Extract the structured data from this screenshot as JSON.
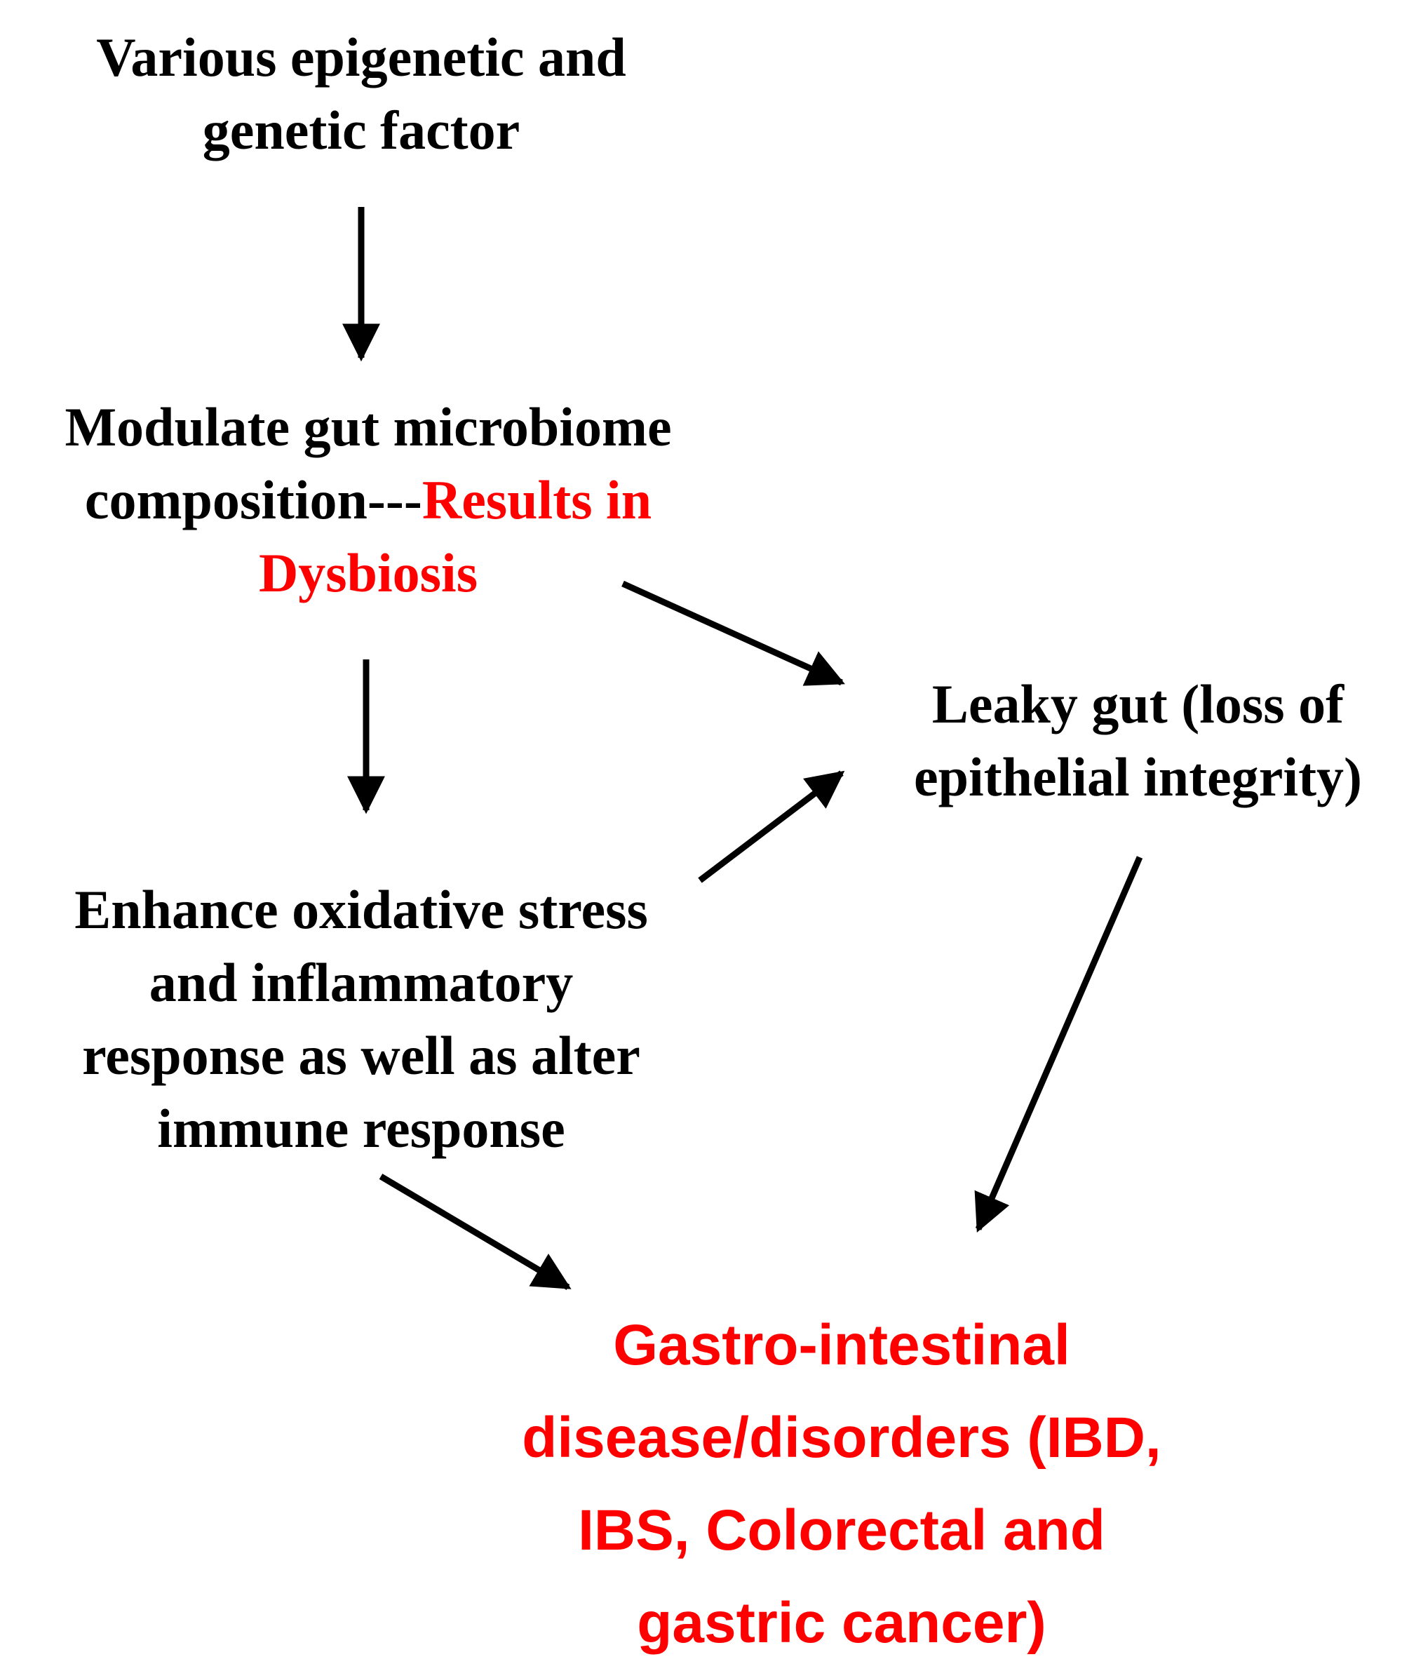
{
  "nodes": {
    "factors": {
      "lines": [
        "Various epigenetic and",
        "genetic factor"
      ]
    },
    "dysbiosis": {
      "line1": "Modulate gut microbiome",
      "line2_black": "composition---",
      "line2_red": "Results in",
      "line3_red": "Dysbiosis"
    },
    "oxidative": {
      "lines": [
        "Enhance oxidative stress",
        "and inflammatory",
        "response as well as alter",
        "immune response"
      ]
    },
    "leaky": {
      "lines": [
        "Leaky gut (loss of",
        "epithelial integrity)"
      ]
    },
    "disease": {
      "lines": [
        "Gastro-intestinal",
        "disease/disorders (IBD,",
        "IBS, Colorectal and",
        "gastric cancer)"
      ]
    }
  },
  "colors": {
    "text": "#000000",
    "highlight": "#ff0000",
    "arrow": "#000000"
  }
}
